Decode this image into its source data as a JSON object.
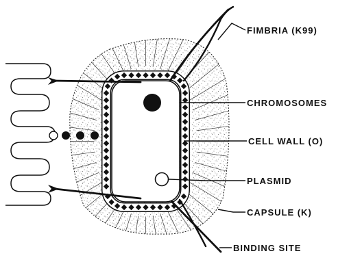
{
  "labels": {
    "fimbria": "FIMBRIA (K99)",
    "chromosomes": "CHROMOSOMES",
    "cell_wall": "CELL WALL (O)",
    "plasmid": "PLASMID",
    "capsule": "CAPSULE (K)",
    "binding_site": "BINDING SITE"
  },
  "colors": {
    "ink": "#111111",
    "background": "#ffffff"
  }
}
